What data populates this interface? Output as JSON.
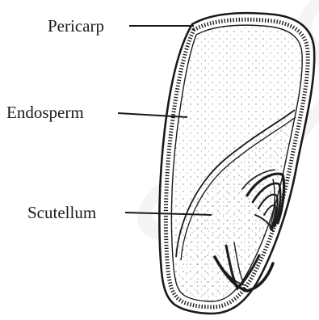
{
  "labels": {
    "pericarp": "Pericarp",
    "endosperm": "Endosperm",
    "scutellum": "Scutellum"
  },
  "watermark": "SKLC",
  "colors": {
    "ink": "#1a1a1a",
    "background": "#ffffff"
  }
}
